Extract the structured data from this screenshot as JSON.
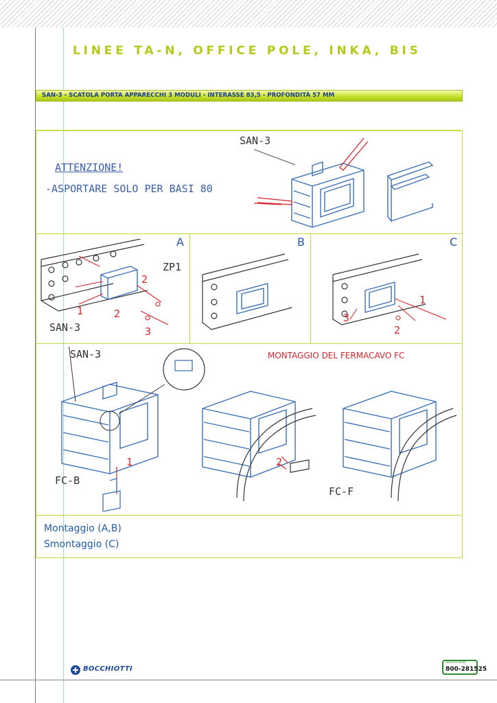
{
  "header": {
    "title": "LINEE TA-N, OFFICE POLE, INKA, BIS",
    "product_bar": "SAN-3 - SCATOLA PORTA APPARECCHI 3 MODULI - INTERASSE 83,5 - PROFONDITÀ 57 MM"
  },
  "warning": {
    "title": "ATTENZIONE!",
    "text": "-ASPORTARE SOLO PER BASI 80",
    "part_label": "SAN-3"
  },
  "steps": {
    "panel_a": {
      "letter": "A",
      "part_label": "SAN-3",
      "accessory_label": "ZP1",
      "callouts": [
        "1",
        "2",
        "2",
        "3"
      ]
    },
    "panel_b": {
      "letter": "B"
    },
    "panel_c": {
      "letter": "C",
      "callouts": [
        "1",
        "2",
        "3"
      ]
    }
  },
  "fermacavo": {
    "heading": "MONTAGGIO DEL FERMACAVO FC",
    "box_label": "SAN-3",
    "clip_b_label": "FC-B",
    "clip_f_label": "FC-F",
    "callouts": [
      "1",
      "2"
    ]
  },
  "legend": {
    "assembly": "Montaggio (A,B)",
    "disassembly": "Smontaggio (C)"
  },
  "footer": {
    "brand": "BOCCHIOTTI",
    "phone_caption": "Numero Verde",
    "phone": "800-281525"
  },
  "colors": {
    "title": "#b5c91d",
    "bar_text": "#1a3f8c",
    "frame": "#c4d43b",
    "drawing_blue": "#3d6fb5",
    "callout_red": "#d6262e",
    "legend": "#245aa8"
  },
  "icons": [
    "bocchiotti-logo-icon",
    "green-number-icon"
  ]
}
